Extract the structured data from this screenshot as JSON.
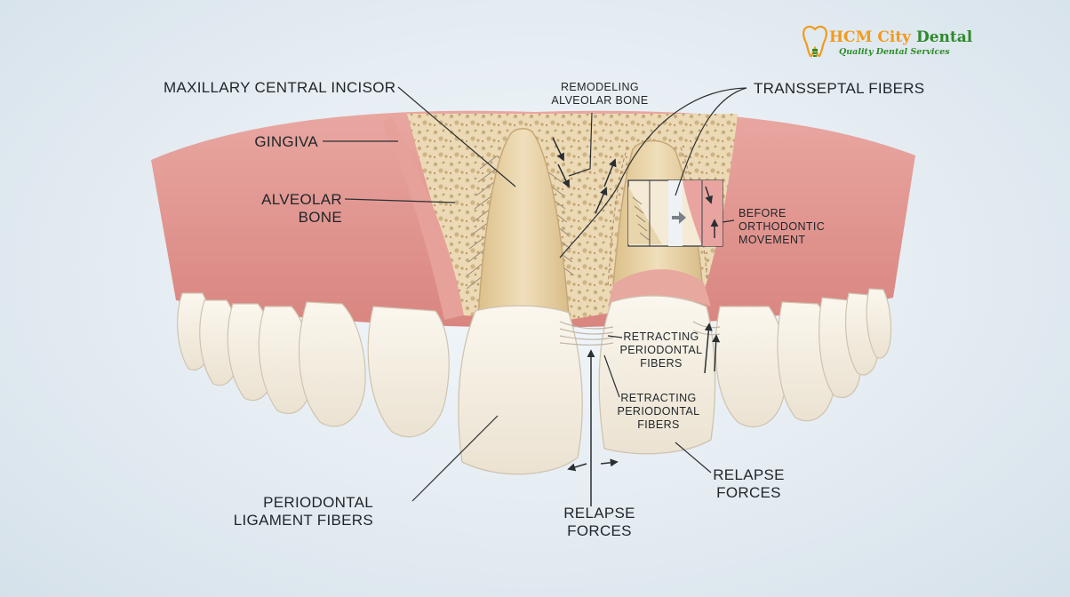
{
  "brand": {
    "name_part1": "HCM City",
    "name_part2": "Dental",
    "tagline": "Quality Dental Services",
    "colors": {
      "orange": "#f29a1c",
      "green": "#2e8a2a"
    },
    "icon": "tooth-logo-icon"
  },
  "labels": {
    "maxillary_central_incisor": "MAXILLARY CENTRAL INCISOR",
    "gingiva": "GINGIVA",
    "alveolar_bone": "ALVEOLAR\nBONE",
    "remodeling_alveolar_bone": "REMODELING\nALVEOLAR BONE",
    "transseptal_fibers": "TRANSSEPTAL FIBERS",
    "before_orthodontic_movement": "BEFORE\nORTHODONTIC\nMOVEMENT",
    "retracting_periodontal_fibers_upper": "RETRACTING\nPERIODONTAL\nFIBERS",
    "retracting_periodontal_fibers_lower": "RETRACTING\nPERIODONTAL\nFIBERS",
    "relapse_forces_right": "RELAPSE\nFORCES",
    "relapse_forces_bottom": "RELAPSE\nFORCES",
    "periodontal_ligament_fibers": "PERIODONTAL\nLIGAMENT FIBERS"
  },
  "colors": {
    "gum": "#dc8c88",
    "gum_light": "#eeb7ae",
    "bone": "#ead6b0",
    "tooth": "#f3ecdf",
    "root": "#e8d2a4",
    "line": "#2a2f33"
  }
}
